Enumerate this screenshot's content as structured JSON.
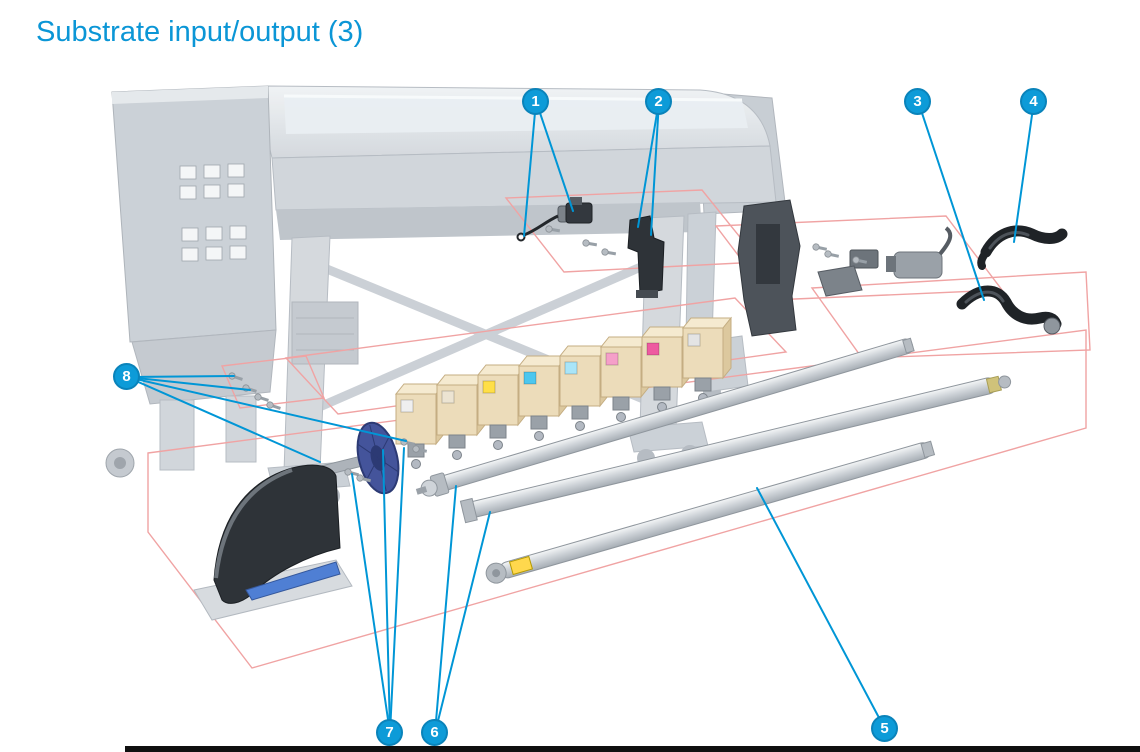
{
  "page": {
    "title": "Substrate input/output (3)"
  },
  "colors": {
    "accent_blue": "#0b96d6",
    "callout_blue": "#0d9bd8",
    "leader_line_blue": "#0096d6",
    "group_outline_red": "#f0a3a3",
    "ghost_gray": "#ced3d9",
    "spindle_hub_blue": "#44549b",
    "ramp_strip_blue": "#4f7fd4"
  },
  "callouts": [
    {
      "label": "1"
    },
    {
      "label": "2"
    },
    {
      "label": "3"
    },
    {
      "label": "4"
    },
    {
      "label": "5"
    },
    {
      "label": "6"
    },
    {
      "label": "7"
    },
    {
      "label": "8"
    }
  ]
}
